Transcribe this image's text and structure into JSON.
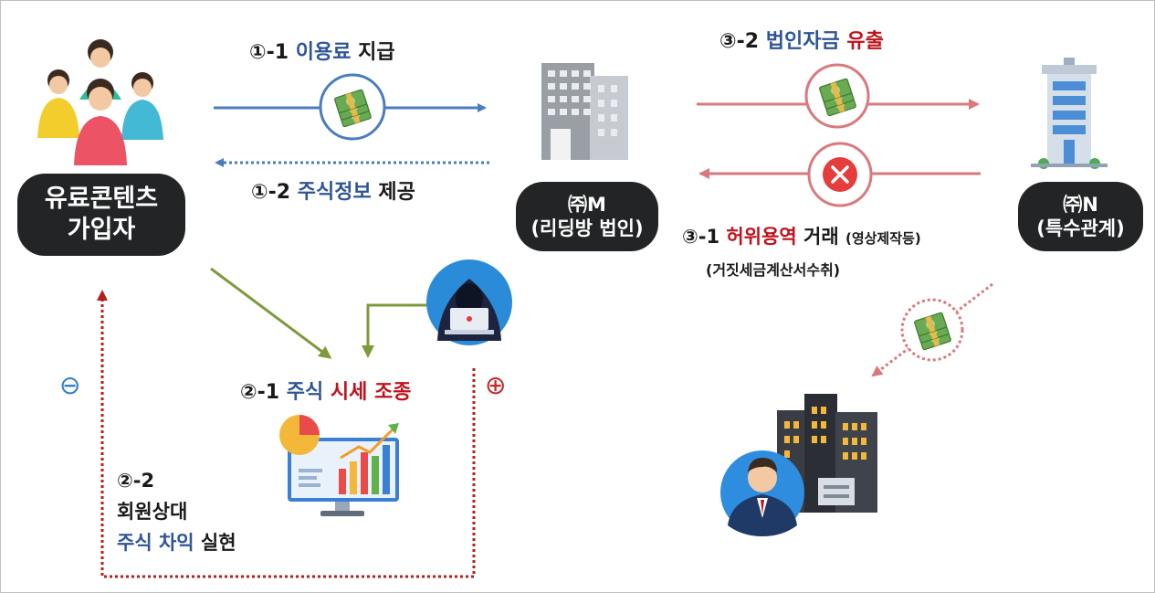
{
  "actors": {
    "subscribers": {
      "line1": "유료콘텐츠",
      "line2": "가입자"
    },
    "company_m": {
      "line1": "㈜M",
      "line2": "(리딩방 법인)"
    },
    "company_n": {
      "line1": "㈜N",
      "line2": "(특수관계)"
    }
  },
  "steps": {
    "s1_1": {
      "num": "①-1",
      "highlight": "이용료",
      "rest": "지급"
    },
    "s1_2": {
      "num": "①-2",
      "highlight": "주식정보",
      "rest": "제공"
    },
    "s2_1": {
      "num": "②-1",
      "mid": "주식",
      "highlight": "시세 조종"
    },
    "s2_2": {
      "num": "②-2",
      "line2": "회원상대",
      "highlight": "주식 차익",
      "rest": "실현"
    },
    "s3_1": {
      "num": "③-1",
      "highlight": "허위용역",
      "rest": "거래",
      "note": "(영상제작등)",
      "line2": "(거짓세금계산서수취)"
    },
    "s3_2": {
      "num": "③-2",
      "mid": "법인자금",
      "highlight": "유출"
    }
  },
  "signs": {
    "minus": "⊖",
    "plus": "⊕"
  },
  "colors": {
    "blue_arrow": "#4a7cc0",
    "red_arrow": "#d9797e",
    "green_arrow": "#7d9a3c",
    "dotted_red": "#b81d1d",
    "pill_bg": "#222426",
    "blue_text": "#2e5596",
    "red_text": "#c0121c"
  },
  "icons": [
    "people-group-icon",
    "office-building-icon",
    "tower-building-icon",
    "money-stack-icon",
    "cancel-x-icon",
    "hacker-icon",
    "chart-monitor-icon",
    "businessman-city-icon"
  ]
}
